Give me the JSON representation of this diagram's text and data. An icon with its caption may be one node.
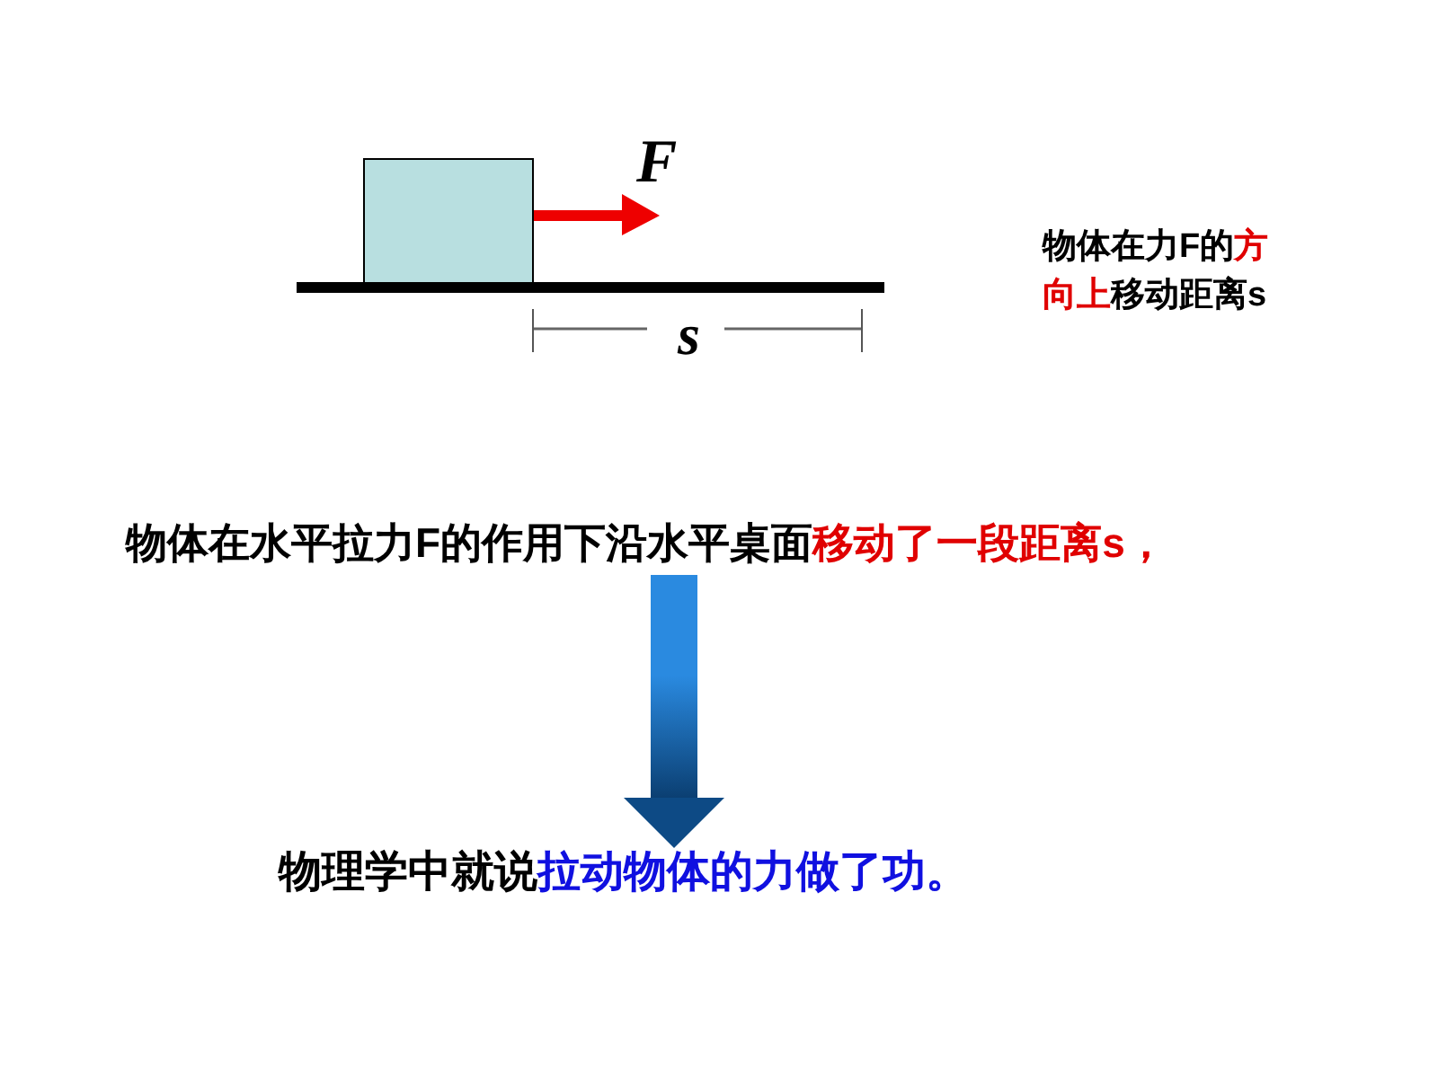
{
  "diagram": {
    "nodes": [
      {
        "text": [
          "物体在水平拉力F的作用下沿水平桌面",
          "移动了一段距离s，"
        ]
      },
      {
        "text": [
          "物理学中就说",
          "拉动物体的力做了功。"
        ]
      }
    ],
    "edges": [
      {
        "from": 0,
        "to": 1,
        "arrow": "to",
        "style": "thick"
      }
    ],
    "labels": [
      "F",
      "s",
      "物体在力F的",
      "方向上",
      "移动距离s"
    ]
  }
}
